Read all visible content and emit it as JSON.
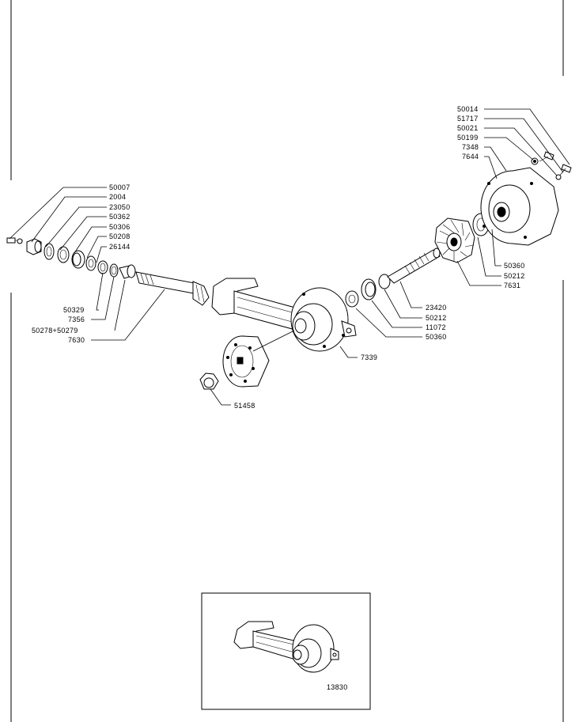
{
  "callouts": {
    "p50007": "50007",
    "p2004": "2004",
    "p23050": "23050",
    "p50362": "50362",
    "p50306": "50306",
    "p50208": "50208",
    "p26144": "26144",
    "p50329": "50329",
    "p7356": "7356",
    "p50278": "50278+50279",
    "p7630": "7630",
    "p51458": "51458",
    "p7339": "7339",
    "p23420": "23420",
    "p50212a": "50212",
    "p11072": "11072",
    "p50360a": "50360",
    "p50014": "50014",
    "p51717": "51717",
    "p50021": "50021",
    "p50199": "50199",
    "p7348": "7348",
    "p7644": "7644",
    "p50360b": "50360",
    "p50212b": "50212",
    "p7631": "7631",
    "p13830": "13830"
  }
}
